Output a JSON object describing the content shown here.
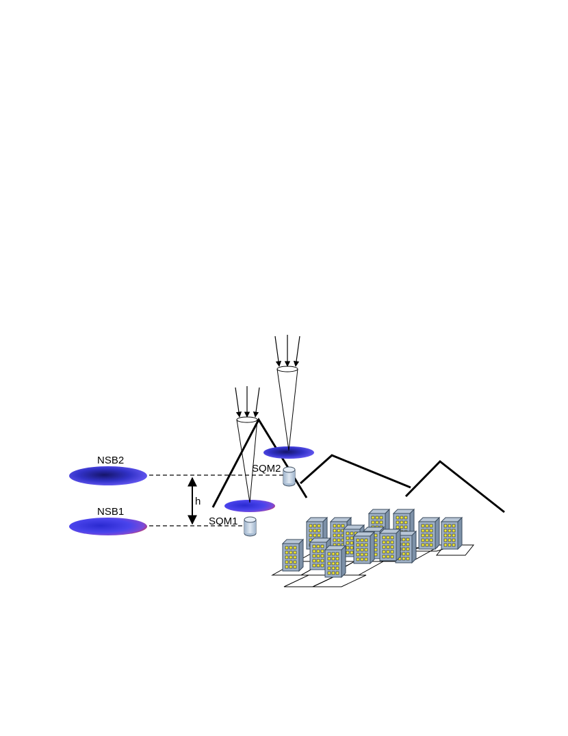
{
  "labels": {
    "nsb2": "NSB2",
    "nsb1": "NSB1",
    "sqm2": "SQM2",
    "sqm1": "SQM1",
    "height": "h"
  },
  "colors": {
    "sky_center": "#1a1a7a",
    "sky_mid": "#3a33d8",
    "sky_edge": "#6a5cf5",
    "city_glow": "#ff3a1e",
    "building_face": "#9fb1c6",
    "building_side": "#7d91a8",
    "window": "#f3ec3a"
  },
  "icons": {
    "sensor": "cylinder-sensor-icon",
    "building": "building-icon",
    "light_ray": "arrow-down-icon"
  }
}
